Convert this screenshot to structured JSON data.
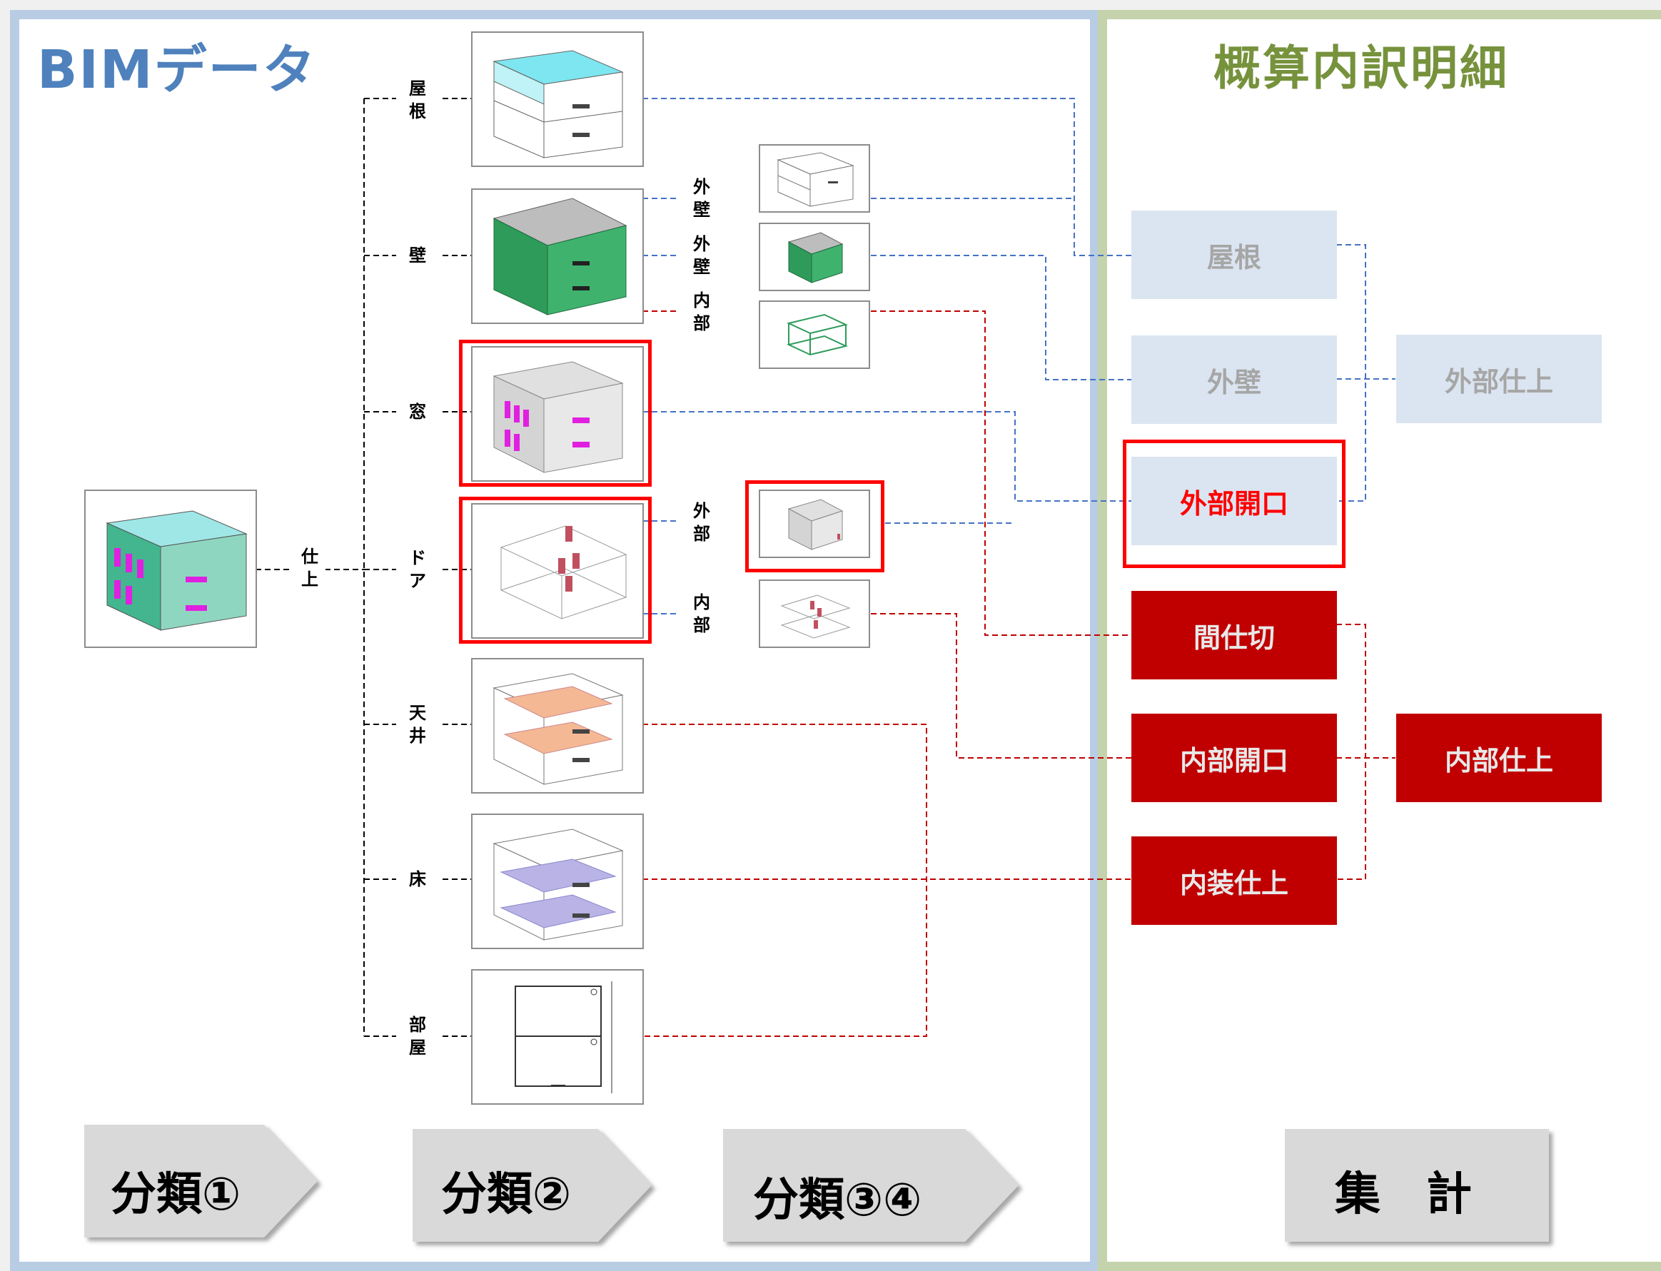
{
  "header": {
    "left_title": "BIMデータ",
    "right_title": "概算内訳明細"
  },
  "root": {
    "label": "仕上"
  },
  "level2": [
    {
      "label": "屋根"
    },
    {
      "label": "壁"
    },
    {
      "label": "窓"
    },
    {
      "label": "ドア"
    },
    {
      "label": "天井"
    },
    {
      "label": "床"
    },
    {
      "label": "部屋"
    }
  ],
  "level3": [
    {
      "label": "外壁"
    },
    {
      "label": "外壁"
    },
    {
      "label": "内部"
    },
    {
      "label": "外部"
    },
    {
      "label": "内部"
    }
  ],
  "summary": {
    "items": [
      {
        "label": "屋根"
      },
      {
        "label": "外壁"
      },
      {
        "label": "外部開口"
      },
      {
        "label": "間仕切"
      },
      {
        "label": "内部開口"
      },
      {
        "label": "内装仕上"
      }
    ],
    "groups": [
      {
        "label": "外部仕上"
      },
      {
        "label": "内部仕上"
      }
    ]
  },
  "steps": [
    {
      "label": "分類①"
    },
    {
      "label": "分類②"
    },
    {
      "label": "分類③④"
    },
    {
      "label": "集　計"
    }
  ],
  "colors": {
    "blue_line": "#4472c4",
    "red_line": "#c00000",
    "highlight": "#ff0000",
    "light_box": "#dbe5f1",
    "dark_box": "#c00000"
  }
}
